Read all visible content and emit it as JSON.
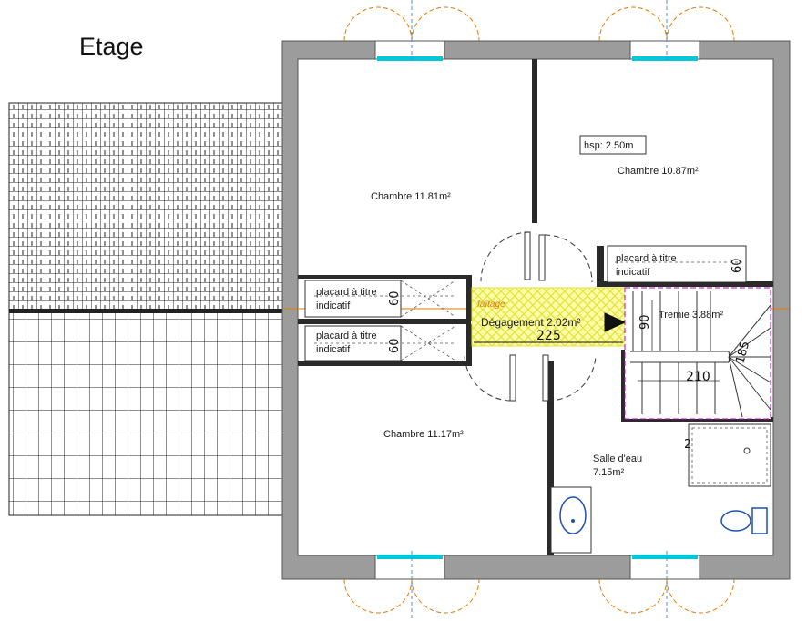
{
  "title": "Etage",
  "rooms": {
    "chambre1": "Chambre 11.81m²",
    "chambre2": "Chambre 10.87m²",
    "chambre3": "Chambre 11.17m²",
    "degagement": "Dégagement 2.02m²",
    "tremie": "Tremie 3.88m²",
    "salle_line1": "Salle d'eau",
    "salle_line2": "7.15m²"
  },
  "placards": {
    "line1": "placard à titre",
    "line2": "indicatif",
    "depth": "60"
  },
  "hsp": "hsp: 2.50m",
  "faitage": "faîtage",
  "dims": {
    "deg_width": "225",
    "deg_depth": "90",
    "stair_length": "210",
    "stair_diag": "185",
    "shower_mark": "2"
  },
  "colors": {
    "wall": "#9c9c9c",
    "window": "#00c8d8",
    "door_swing": "#e07800",
    "hatch": "#f2f25a",
    "stair_outline": "#c000c0"
  }
}
